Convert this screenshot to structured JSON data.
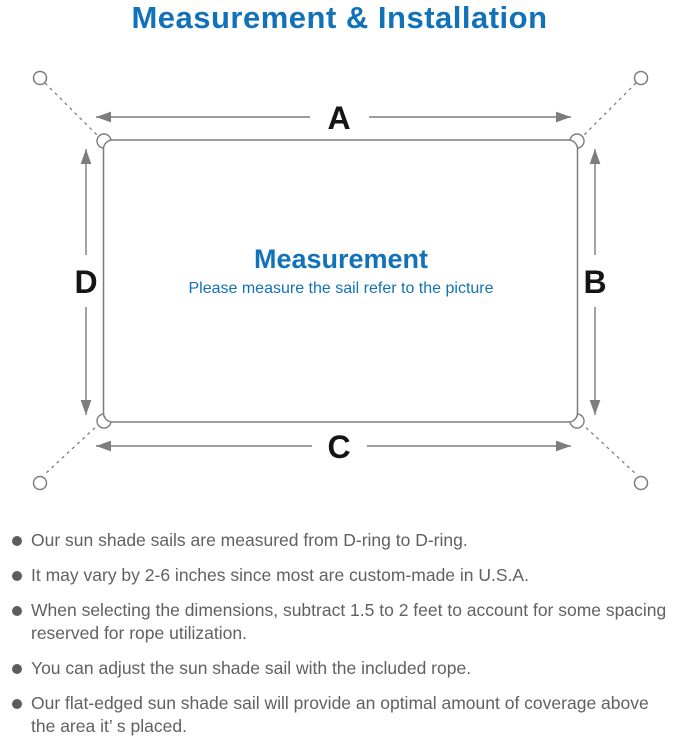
{
  "title": "Measurement & Installation",
  "colors": {
    "accent_blue": "#1172ba",
    "diagram_line_gray": "#7d7d7d",
    "bullet_text_gray": "#616161",
    "dimension_label_black": "#151515"
  },
  "diagram": {
    "center_title": "Measurement",
    "center_subtitle": "Please measure the sail refer to the picture",
    "dimension_labels": {
      "top": "A",
      "right": "B",
      "bottom": "C",
      "left": "D"
    },
    "icons": [
      "anchor-ring-icon",
      "d-ring-corner-icon",
      "dashed-rope-line",
      "double-headed-arrow"
    ]
  },
  "bullets": [
    {
      "lines": [
        "Our sun shade sails are measured from D-ring to D-ring.",
        ""
      ]
    },
    {
      "lines": [
        "It may vary by 2-6 inches since most are custom-made in U.S.A.",
        ""
      ]
    },
    {
      "lines": [
        "When selecting the dimensions, subtract 1.5 to 2 feet to account for some spacing",
        "reserved for rope utilization."
      ]
    },
    {
      "lines": [
        "You can adjust the sun shade sail with the included rope.",
        ""
      ]
    },
    {
      "lines": [
        "Our flat-edged sun shade sail will provide an optimal amount of coverage above",
        "the area it’ s placed."
      ]
    }
  ]
}
